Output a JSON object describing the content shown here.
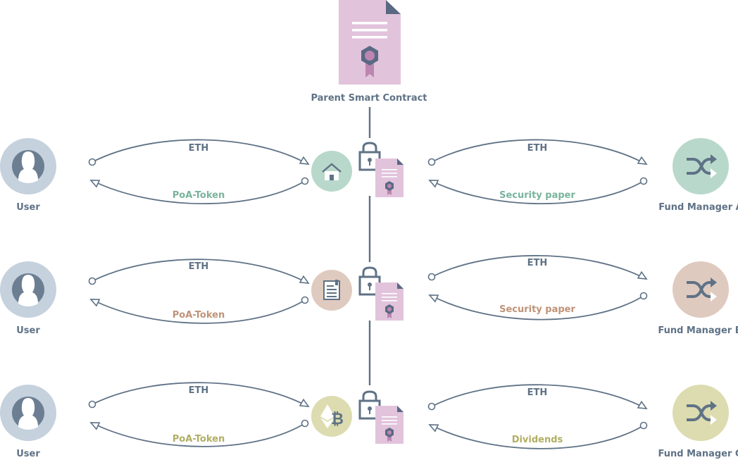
{
  "parent": {
    "label": "Parent Smart Contract",
    "icon": "certificate-document-icon"
  },
  "rows": [
    {
      "user_label": "User",
      "left_top_label": "ETH",
      "left_bottom_label": "PoA-Token",
      "asset_icon": "house-icon",
      "right_top_label": "ETH",
      "right_bottom_label": "Security paper",
      "manager_label": "Fund Manager A",
      "accent": "#b9d8cc",
      "accent_text": "#79b39d"
    },
    {
      "user_label": "User",
      "left_top_label": "ETH",
      "left_bottom_label": "PoA-Token",
      "asset_icon": "document-icon",
      "right_top_label": "ETH",
      "right_bottom_label": "Security paper",
      "manager_label": "Fund Manager B",
      "accent": "#dfcabf",
      "accent_text": "#bf9378"
    },
    {
      "user_label": "User",
      "left_top_label": "ETH",
      "left_bottom_label": "PoA-Token",
      "asset_icon": "ethereum-bitcoin-icon",
      "right_top_label": "ETH",
      "right_bottom_label": "Dividends",
      "manager_label": "Fund Manager C",
      "accent": "#dcdcb0",
      "accent_text": "#b1ae63"
    }
  ],
  "colors": {
    "line": "#5f7286",
    "text": "#5f7286",
    "user_circle": "#c5d1dd",
    "user_silhouette": "#6b7e92",
    "contract_pink": "#e2c3dc",
    "contract_dark": "#5a6983",
    "seal_pink": "#bc86b0"
  }
}
